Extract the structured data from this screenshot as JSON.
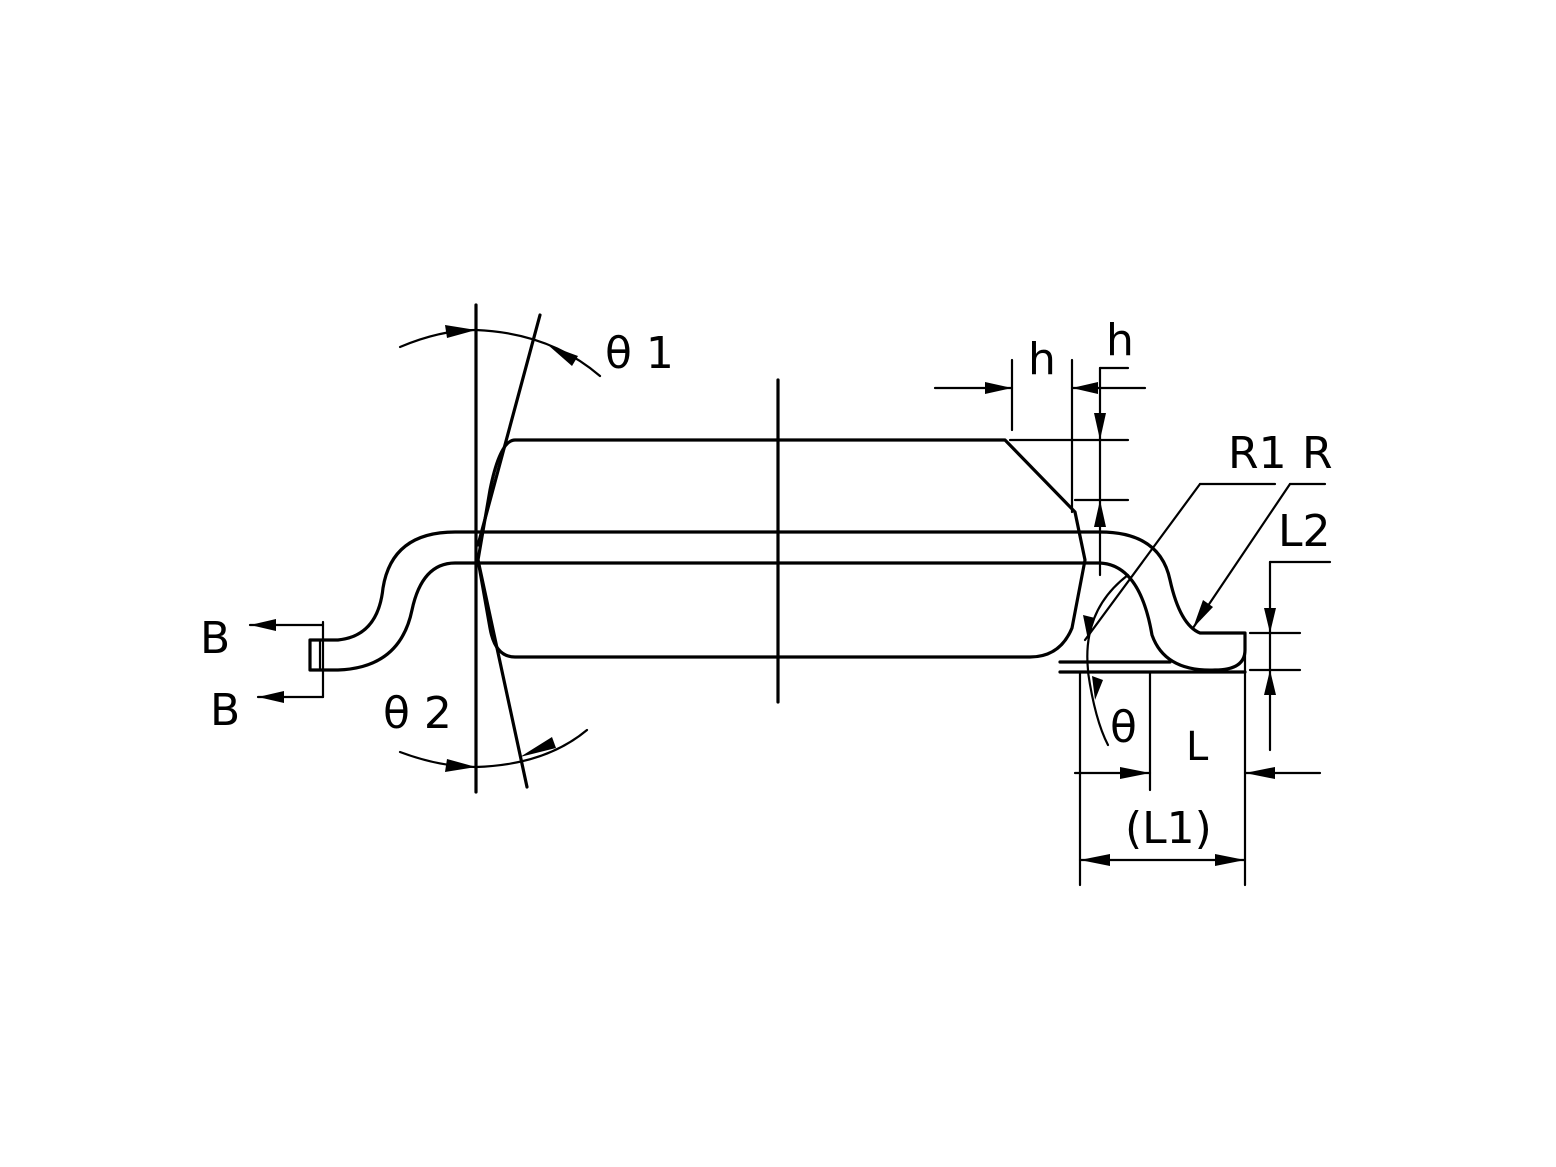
{
  "labels": {
    "theta1": "θ 1",
    "theta2": "θ 2",
    "h_top_left": "h",
    "h_top_right": "h",
    "r1": "R1",
    "r": "R",
    "l2": "L2",
    "theta": "θ",
    "l": "L",
    "l1": "(L1)",
    "b_top": "B",
    "b_bottom": "B"
  }
}
